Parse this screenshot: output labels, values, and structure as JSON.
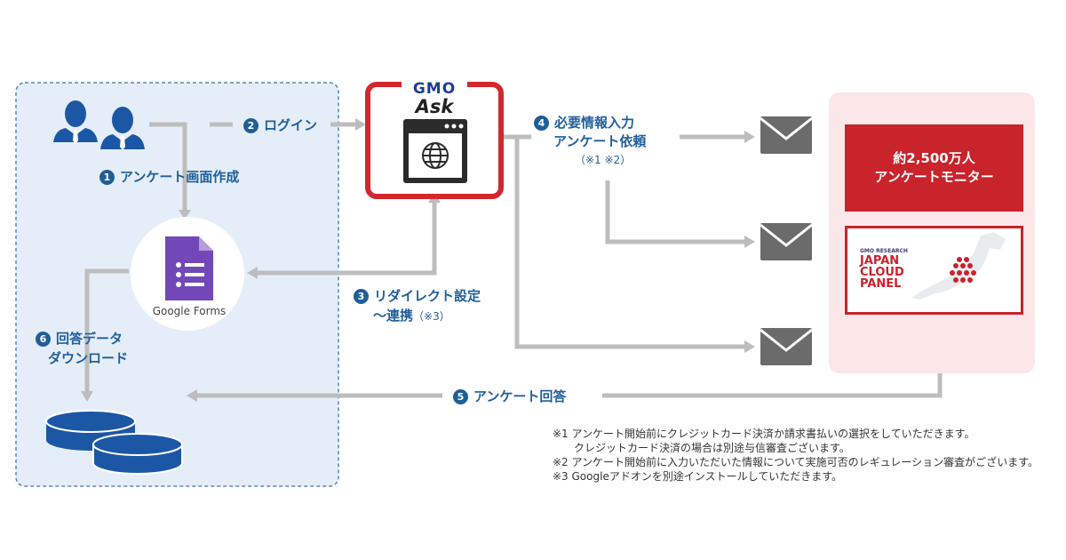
{
  "steps": {
    "login": {
      "num": "2",
      "label": "ログイン"
    },
    "create_survey": {
      "num": "1",
      "label": "アンケート画面作成"
    },
    "request": {
      "num": "4",
      "line1": "必要情報入力",
      "line2": "アンケート依頼",
      "note": "（※1 ※2）"
    },
    "redirect": {
      "num": "3",
      "line1": "リダイレクト設定",
      "line2": "～連携",
      "note": "（※3）"
    },
    "answer": {
      "num": "5",
      "label": "アンケート回答"
    },
    "download": {
      "num": "6",
      "line1": "回答データ",
      "line2": "ダウンロード"
    }
  },
  "gmo_ask": {
    "brand": "GMO",
    "product": "Ask"
  },
  "google_forms": {
    "label": "Google Forms"
  },
  "monitors": {
    "line1": "約2,500万人",
    "line2": "アンケートモニター"
  },
  "japan_cloud_panel": {
    "brand_small": "GMO RESEARCH",
    "line1": "JAPAN",
    "line2": "CLOUD",
    "line3": "PANEL"
  },
  "notes": [
    "※1 アンケート開始前にクレジットカード決済か請求書払いの選択をしていただきます。",
    "　　クレジットカード決済の場合は別途与信審査ございます。",
    "※2 アンケート開始前に入力いただいた情報について実施可否のレギュレーション審査がございます。",
    "※3 Googleアドオンを別途インストールしていただきます。"
  ],
  "colors": {
    "accent_blue": "#1f5e99",
    "brand_red": "#c9232b",
    "arrow_gray": "#bdbdbd",
    "user_area_bg": "#e5eef8",
    "panel_area_bg": "#fbe6e8"
  }
}
